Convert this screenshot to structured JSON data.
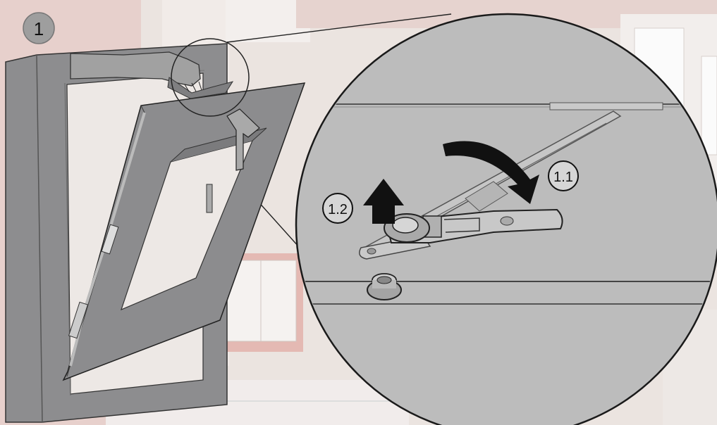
{
  "step": {
    "number": "1"
  },
  "callouts": [
    {
      "id": "1.1",
      "text": "1.1"
    },
    {
      "id": "1.2",
      "text": "1.2"
    }
  ],
  "icons": {
    "rotate_arrow": "curved-arrow-icon",
    "lift_arrow": "up-arrow-icon"
  },
  "colors": {
    "frame": "#8f8f91",
    "zoom_circle": "#bdbdbd",
    "arrow": "#111111",
    "background": "#e9e2de"
  }
}
